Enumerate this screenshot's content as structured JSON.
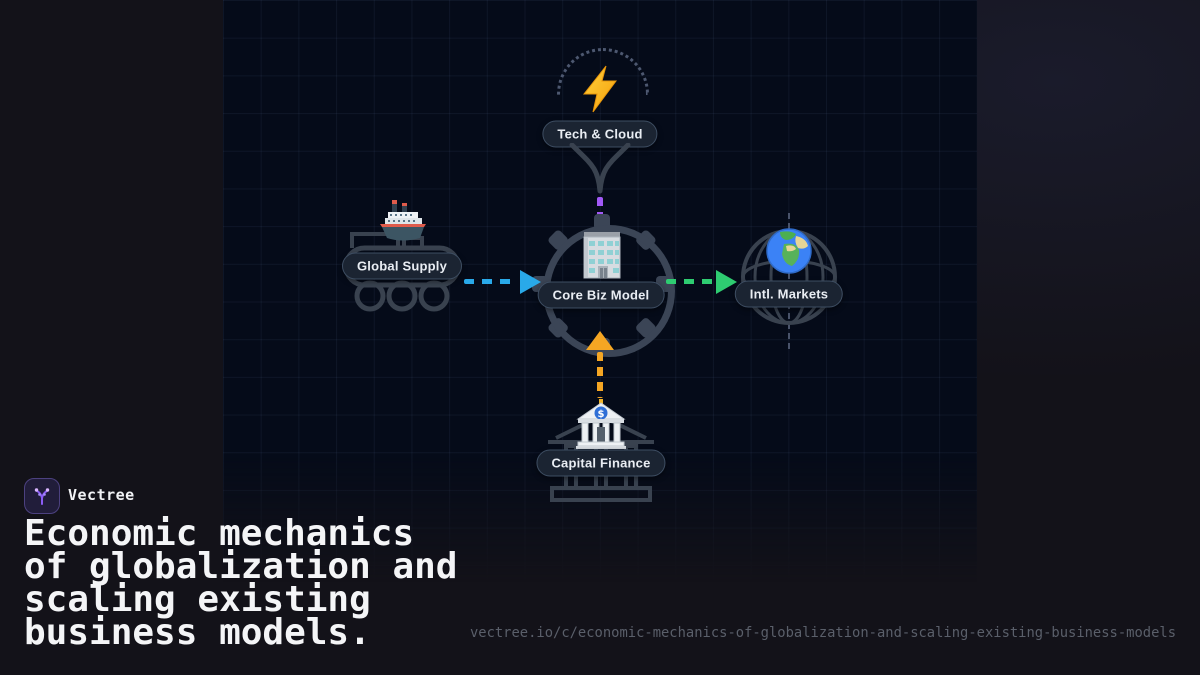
{
  "brand": {
    "name": "Vectree",
    "logo_icon": "vectree-branch-icon"
  },
  "hero": {
    "title_lines": [
      "Economic mechanics",
      "of globalization and",
      "scaling existing",
      "business models."
    ],
    "url": "vectree.io/c/economic-mechanics-of-globalization-and-scaling-existing-business-models"
  },
  "diagram": {
    "center": {
      "label": "Core Biz Model",
      "icon": "office-building-icon"
    },
    "top": {
      "label": "Tech & Cloud",
      "icon": "lightning-bolt-icon"
    },
    "left": {
      "label": "Global Supply",
      "icon": "cargo-ship-icon"
    },
    "right": {
      "label": "Intl. Markets",
      "icon": "globe-icon"
    },
    "bottom": {
      "label": "Capital Finance",
      "icon": "bank-icon"
    }
  },
  "colors": {
    "connector_top": "#a259f7",
    "connector_left": "#29a9e9",
    "connector_right": "#2ecc71",
    "connector_bottom": "#f5a623",
    "panel_bg": "#050b19",
    "outer_bg": "#131219",
    "pill_bg": "#1b2432",
    "pill_border": "#3e4e63",
    "outline_gray": "#3b4556",
    "brand_purple": "#8b5cf6",
    "title_text": "#f4f5f7",
    "url_text": "#5a5f6a"
  }
}
